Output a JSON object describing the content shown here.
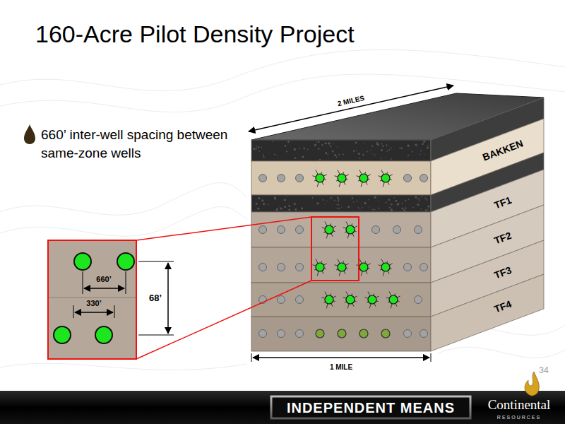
{
  "diagram": {
    "title": "160-Acre Pilot Density Project",
    "labels": [
      "660’ inter-well spacing between same-zone wells",
      "2 MILES",
      "BAKKEN",
      "TF1",
      "TF2",
      "TF3",
      "TF4",
      "660’",
      "330’",
      "68’",
      "1 MILE",
      "34",
      "INDEPENDENT MEANS",
      "Continental",
      "RESOURCES"
    ]
  }
}
